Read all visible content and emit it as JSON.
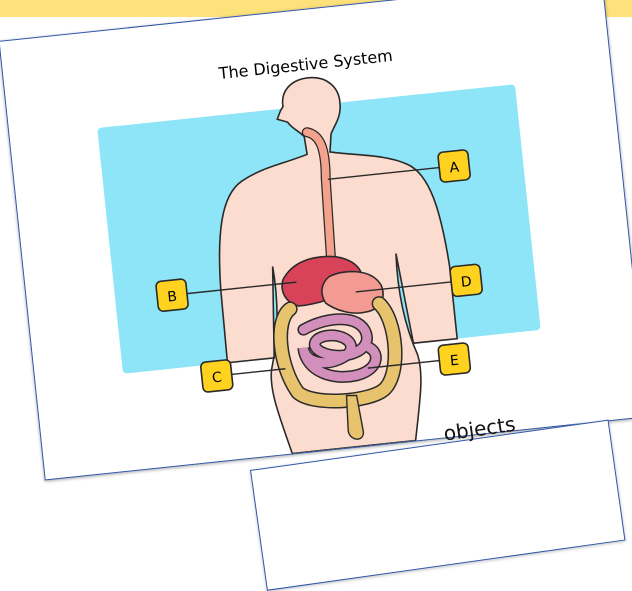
{
  "title": "The Digestive System",
  "labels": {
    "a": "A",
    "b": "B",
    "c": "C",
    "d": "D",
    "e": "E"
  },
  "second_card_text": "objects",
  "colors": {
    "background_panel": "#8ee5f7",
    "skin": "#fbdccf",
    "label_fill": "#ffd21f",
    "stomach": "#d8435a",
    "intestine": "#e7c36e",
    "small_intestine": "#d28fbb"
  }
}
